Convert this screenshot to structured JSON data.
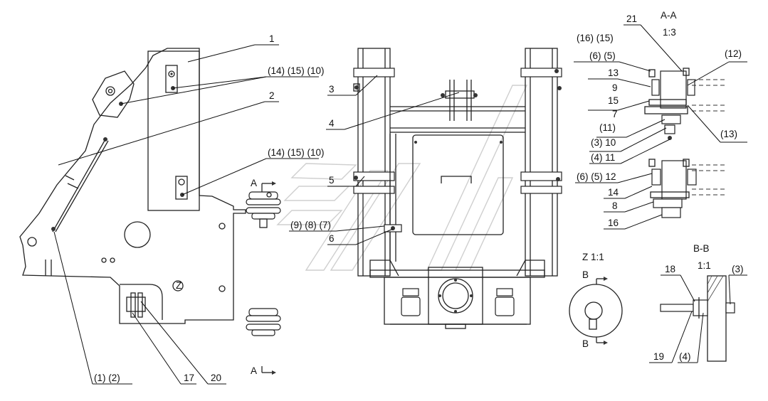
{
  "callouts": {
    "c1": "1",
    "c2": "2",
    "c3": "3",
    "c4": "4",
    "c5": "5",
    "c6": "6",
    "c14_15_10_top": "(14) (15) (10)",
    "c14_15_10_mid": "(14) (15) (10)",
    "c9_8_7": "(9) (8) (7)",
    "c1_2": "(1) (2)",
    "c17": "17",
    "c20": "20",
    "view_a_top": "A",
    "view_a_bottom": "A"
  },
  "section_aa": {
    "title": "A-A",
    "scale": "1:3",
    "labels": {
      "l21": "21",
      "l16_15": "(16) (15)",
      "l6_5_top": "(6) (5)",
      "l13": "13",
      "l9": "9",
      "l15": "15",
      "l7": "7",
      "l11p": "(11)",
      "l3_10": "(3) 10",
      "l4_11": "(4) 11",
      "l12p": "(12)",
      "l13p": "(13)",
      "l6_5_12": "(6) (5) 12",
      "l14": "14",
      "l8": "8",
      "l16": "16"
    }
  },
  "view_z": {
    "title": "Z 1:1",
    "b_top": "B",
    "b_bottom": "B",
    "z_mark": "Z"
  },
  "section_bb": {
    "title": "B-B",
    "scale": "1:1",
    "l18": "18",
    "l3p": "(3)",
    "l19": "19",
    "l4p": "(4)"
  },
  "colors": {
    "line": "#222222",
    "watermark": "#cfcfcf",
    "background": "#ffffff"
  }
}
